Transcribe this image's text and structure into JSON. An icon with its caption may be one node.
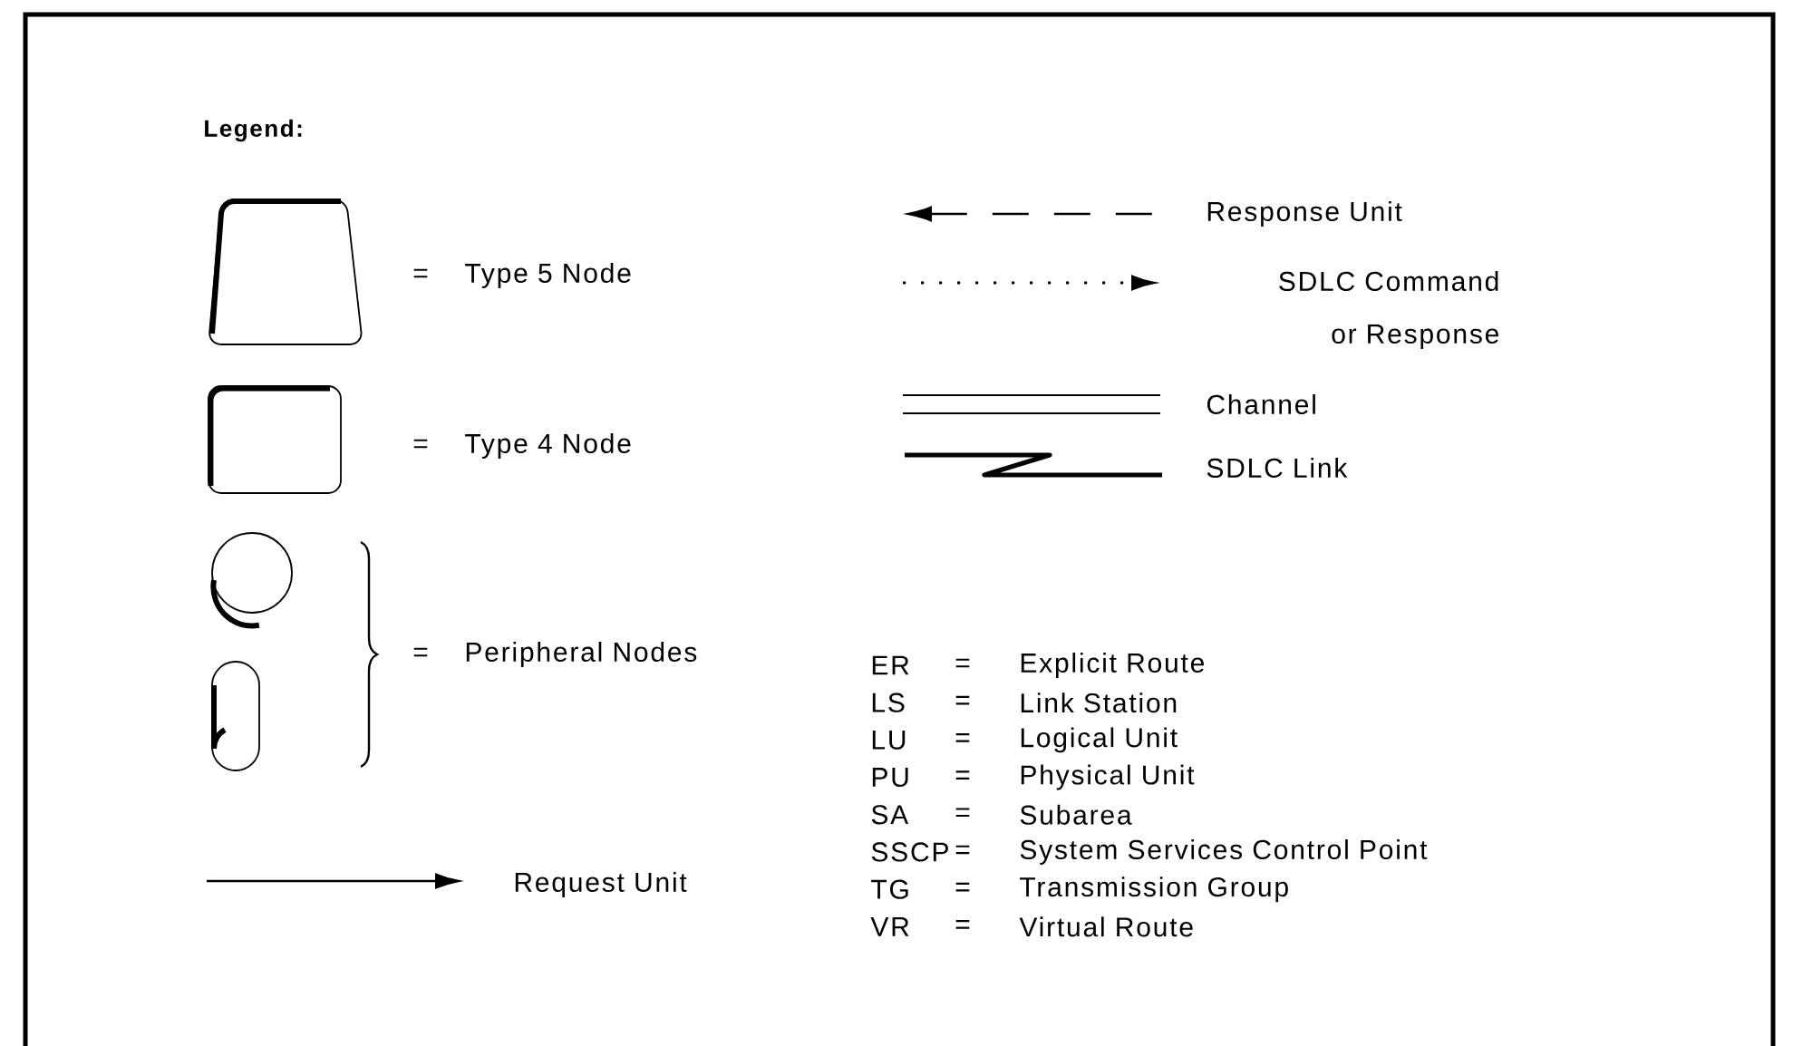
{
  "diagram": {
    "title": "Legend:",
    "legend": [
      {
        "text": "Type 5 Node"
      },
      {
        "text": "Type 4 Node"
      },
      {
        "text": "Peripheral Nodes"
      },
      {
        "text": "Request Unit"
      },
      {
        "text": "Response Unit"
      },
      {
        "text": "SDLC Command or Response"
      },
      {
        "text": "Channel"
      },
      {
        "text": "SDLC Link"
      }
    ],
    "labels": [
      "=",
      "=",
      "=",
      "ER",
      "=",
      "Explicit Route",
      "LS",
      "=",
      "Link Station",
      "LU",
      "=",
      "Logical Unit",
      "PU",
      "=",
      "Physical Unit",
      "SA",
      "=",
      "Subarea",
      "SSCP",
      "=",
      "System Services Control Point",
      "TG",
      "=",
      "Transmission Group",
      "VR",
      "=",
      "Virtual Route"
    ]
  }
}
